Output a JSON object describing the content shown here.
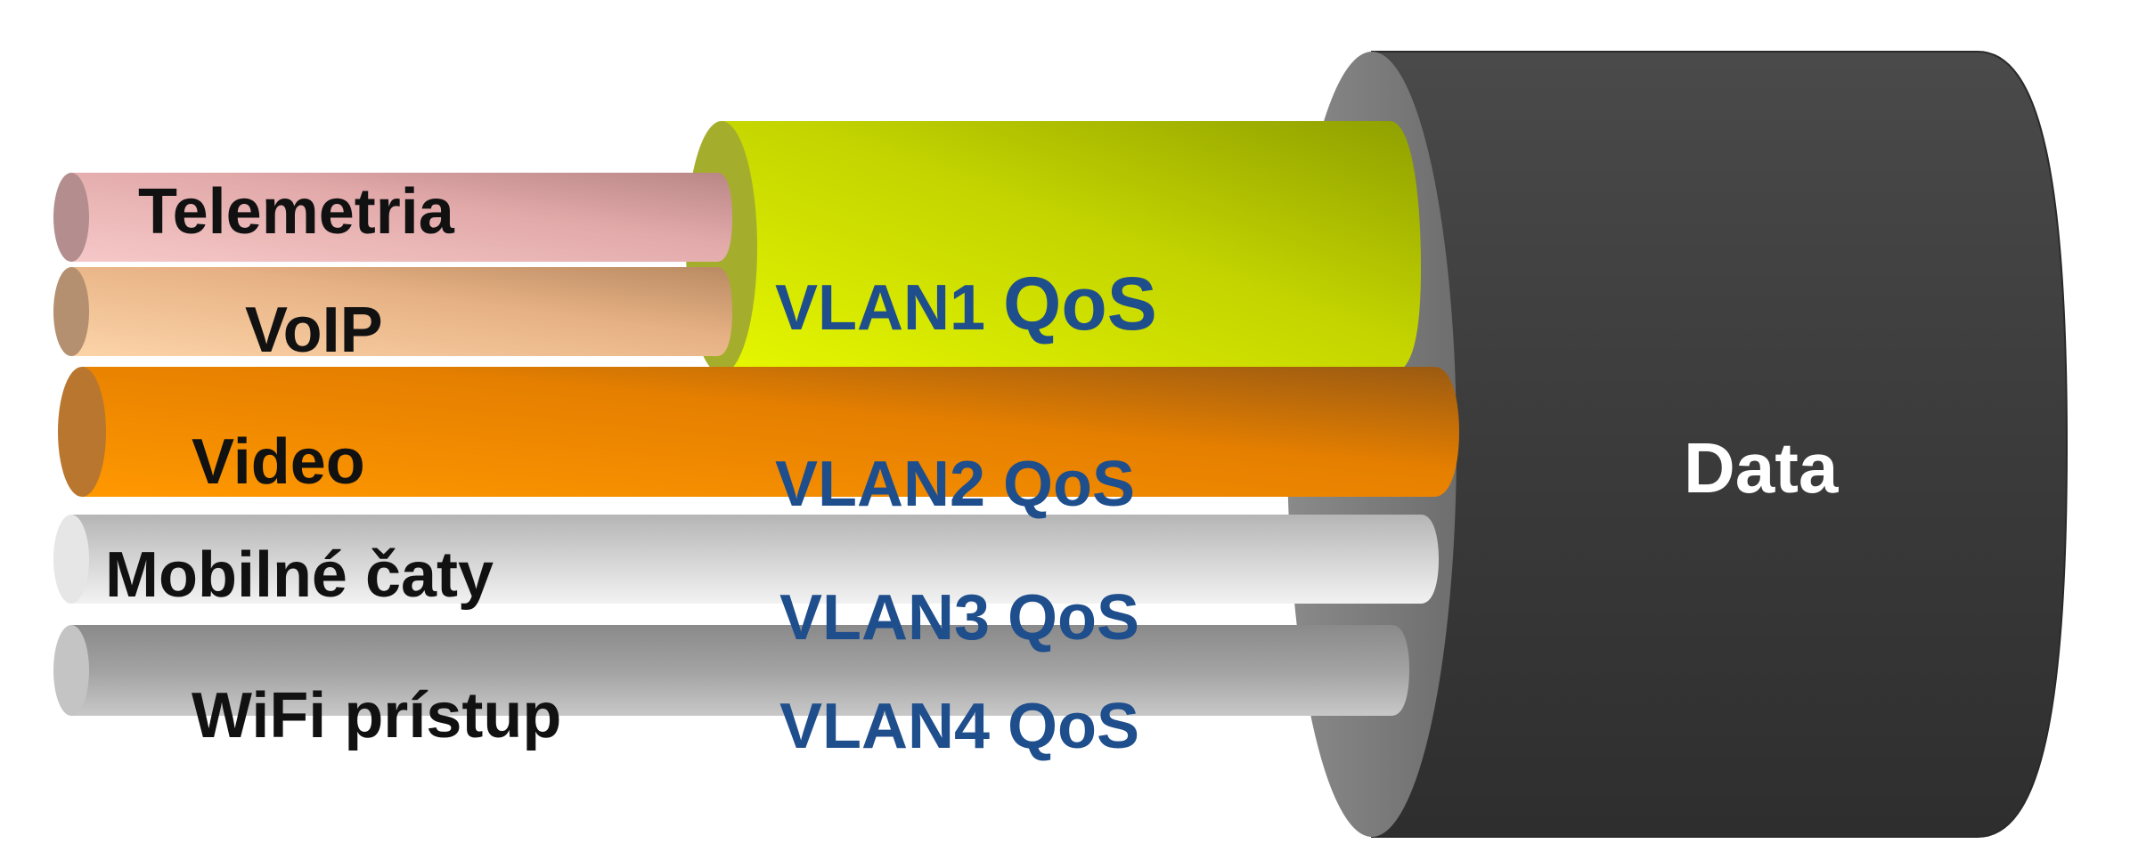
{
  "diagram": {
    "trunk": {
      "label": "Data",
      "color": "#3f3f3f"
    },
    "cables": [
      {
        "label": "Telemetria",
        "color": "#e9b7b7"
      },
      {
        "label": "VoIP",
        "color": "#e8b07e"
      },
      {
        "label": "Video",
        "color": "#f08a00"
      },
      {
        "label": "Mobilné čaty",
        "color": "#cfcfcf"
      },
      {
        "label": "WiFi prístup",
        "color": "#9a9a9a"
      }
    ],
    "vlans": [
      {
        "prefix": "VLAN1 ",
        "qos": "QoS",
        "color": "#c9e000"
      },
      {
        "label": "VLAN2 QoS"
      },
      {
        "label": "VLAN3 QoS"
      },
      {
        "label": "VLAN4 QoS"
      }
    ],
    "text_color_vlan": "#1f4e8c"
  }
}
